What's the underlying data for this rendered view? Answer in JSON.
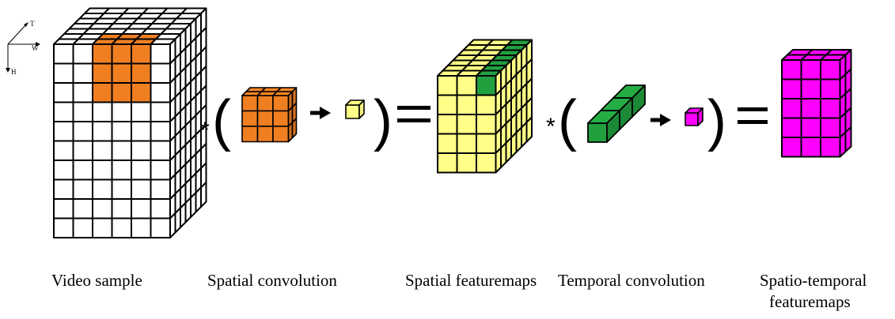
{
  "axes": {
    "t": "T",
    "w": "W",
    "h": "H"
  },
  "captions": {
    "video_sample": "Video sample",
    "spatial_convolution": "Spatial convolution",
    "spatial_featuremaps": "Spatial featuremaps",
    "temporal_convolution": "Temporal convolution",
    "spatio_temporal_line1": "Spatio-temporal",
    "spatio_temporal_line2": "featuremaps"
  },
  "operators": {
    "conv": "*",
    "equals": "="
  },
  "colors": {
    "video": "#ffffff",
    "spatial_kernel": "#f07f22",
    "spatial_output": "#ffff88",
    "temporal_kernel": "#22a040",
    "temporal_output": "#ff00ff",
    "outline": "#000000"
  }
}
